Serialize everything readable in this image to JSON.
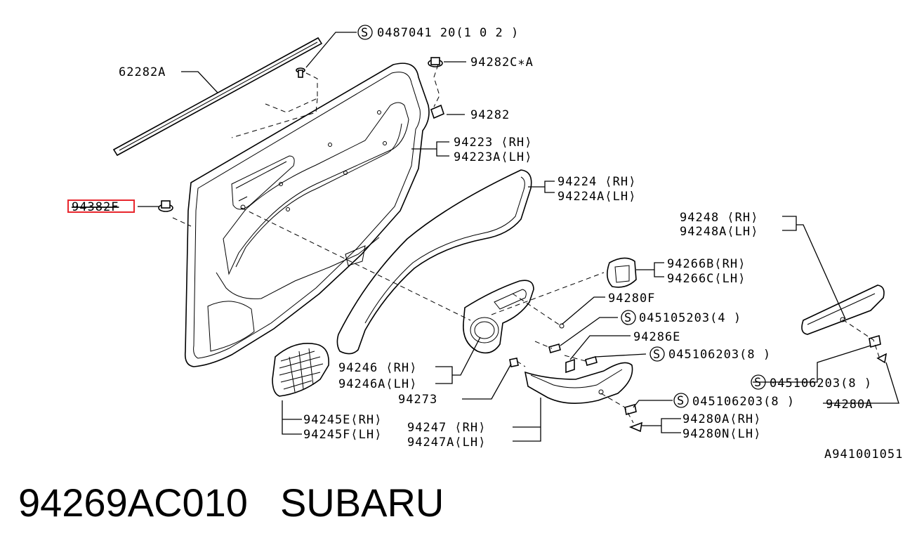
{
  "diagram": {
    "ref_code": "A941001051",
    "highlight_color": "#e8262d",
    "labels": {
      "screw_top": "0487041 20(1 0 2 )",
      "strip": "62282A",
      "clip_top": "94282C∗A",
      "clip": "94282",
      "trim_rh": "94223  ⟨RH⟩",
      "trim_lh": "94223A⟨LH⟩",
      "armrest_rh": "94224  ⟨RH⟩",
      "armrest_lh": "94224A⟨LH⟩",
      "clip_left": "94382F",
      "pull_rh": "94248  ⟨RH⟩",
      "pull_lh": "94248A⟨LH⟩",
      "cover_rh": "94266B⟨RH⟩",
      "cover_lh": "94266C⟨LH⟩",
      "screw_280f": "94280F",
      "screw_4": "045105203(4  )",
      "clip_286e": "94286E",
      "screw_8a": "045106203(8  )",
      "screw_8b": "045106203(8  )",
      "screw_8c": "045106203(8  )",
      "bezel_rh": "94246  ⟨RH⟩",
      "bezel_lh": "94246A⟨LH⟩",
      "clip_273": "94273",
      "speaker_rh": "94245E⟨RH⟩",
      "speaker_lh": "94245F⟨LH⟩",
      "handle_rh": "94247  ⟨RH⟩",
      "handle_lh": "94247A⟨LH⟩",
      "cap_a": "94280A",
      "cap_rh": "94280A⟨RH⟩",
      "cap_lh": "94280N⟨LH⟩"
    }
  },
  "footer": {
    "part_number": "94269AC010",
    "brand": "SUBARU"
  }
}
